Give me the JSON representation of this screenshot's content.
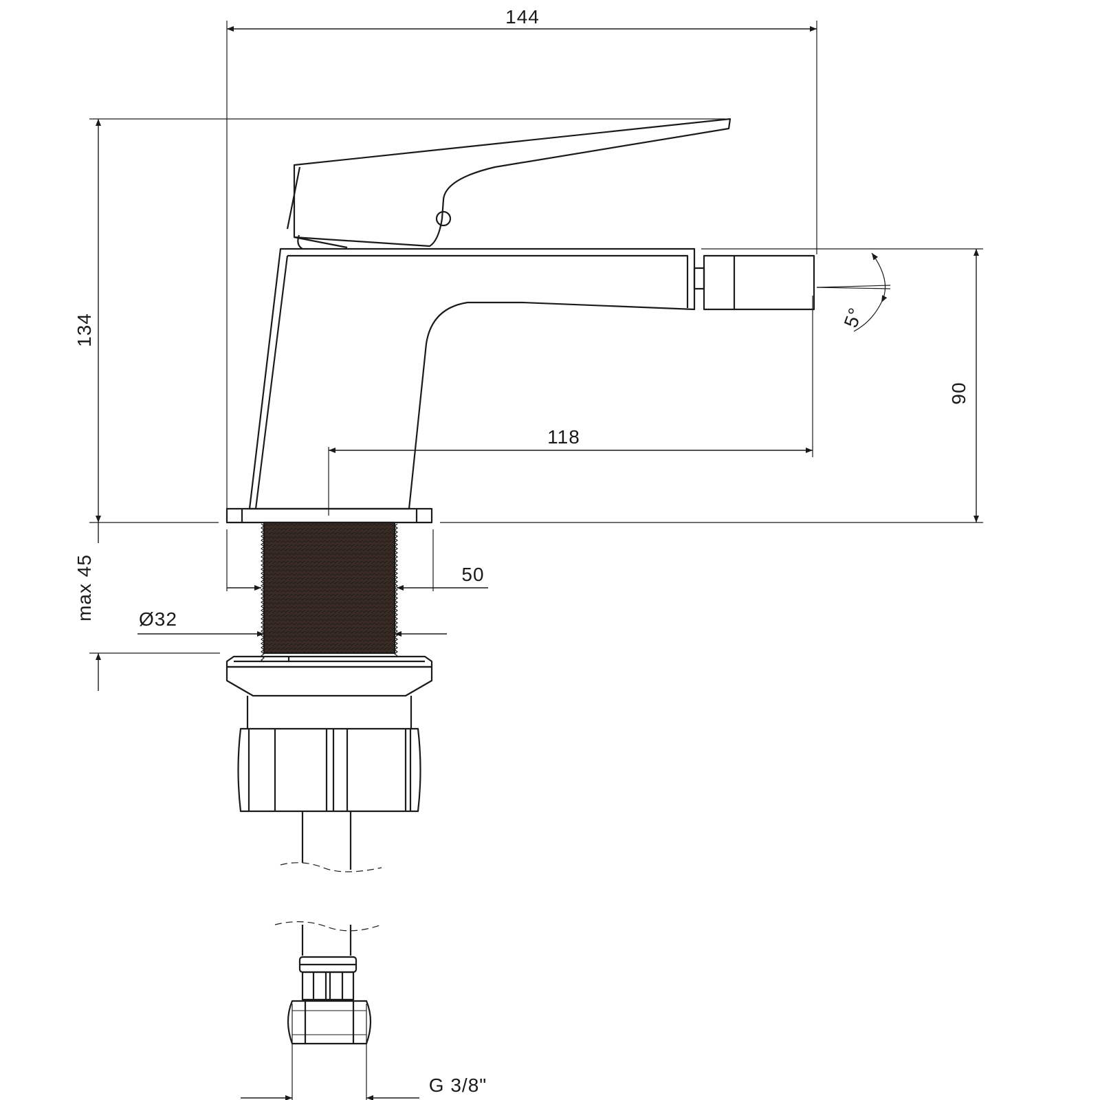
{
  "drawing": {
    "subject": "bidet mixer technical drawing",
    "dimensions": {
      "overall_width": "144",
      "overall_height": "134",
      "spout_height": "90",
      "spout_reach": "118",
      "base_diameter": "50",
      "thread_diameter": "Ø32",
      "max_countertop": "max 45",
      "nozzle_angle": "5°",
      "connection_thread": "G 3/8\""
    },
    "colors": {
      "line": "#1a1a1a",
      "thread_fill": "#3a2a24",
      "background": "#ffffff"
    }
  }
}
